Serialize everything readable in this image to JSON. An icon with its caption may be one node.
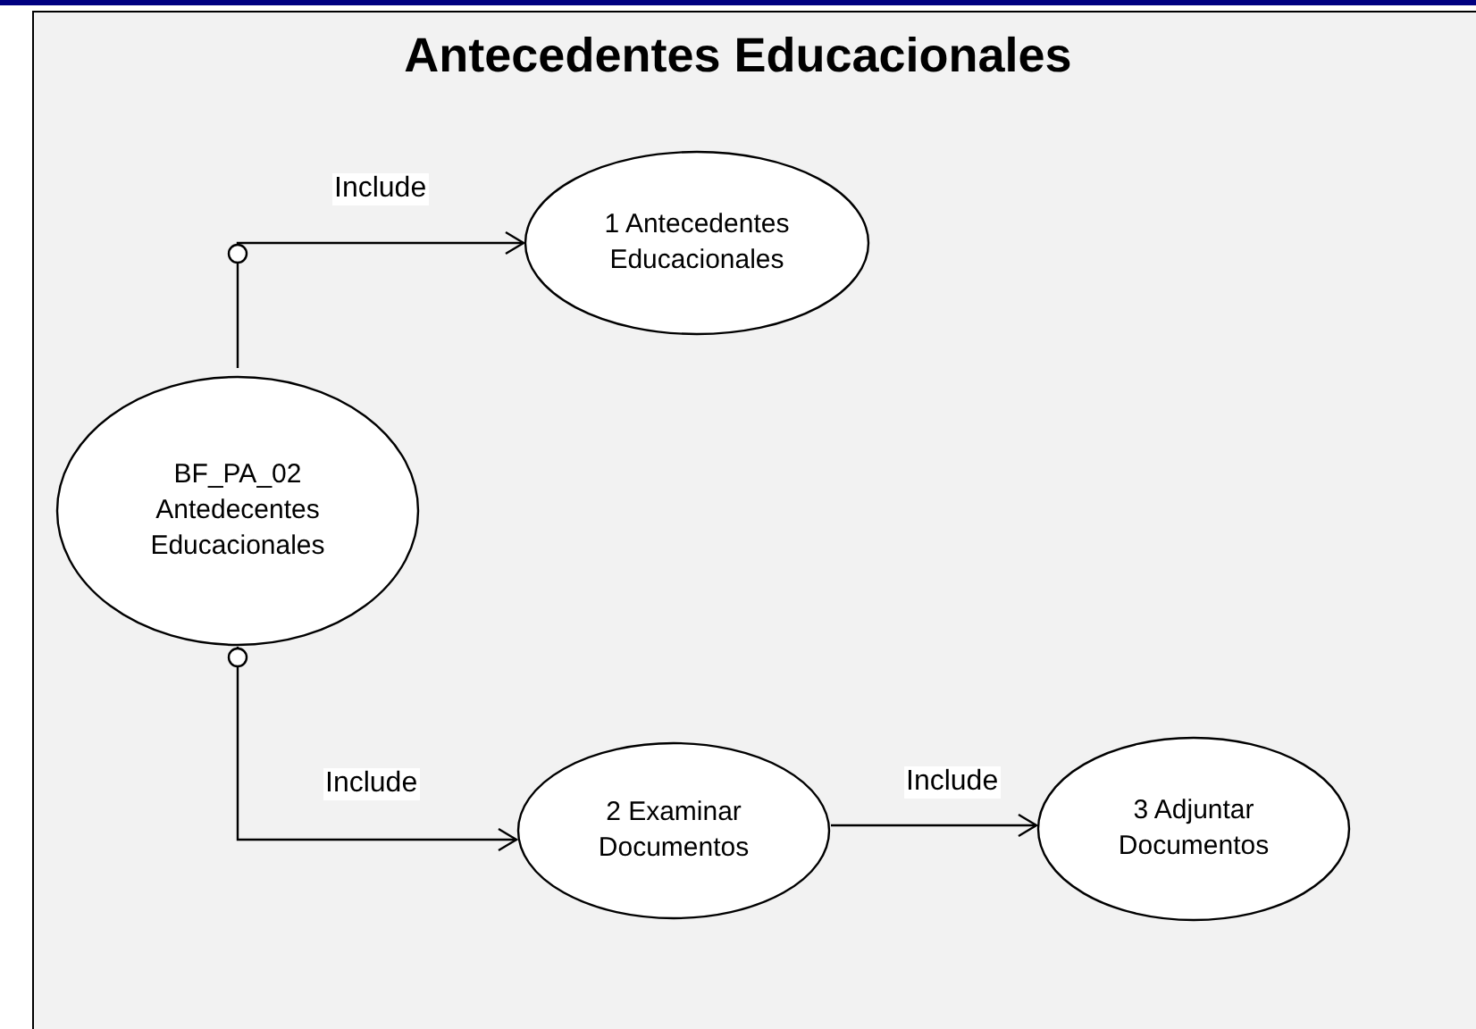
{
  "diagram": {
    "title": "Antecedentes Educacionales",
    "nodes": [
      {
        "text": [
          "BF_PA_02 Antedecentes Educacionales"
        ]
      },
      {
        "text": [
          "1 Antecedentes Educacionales"
        ]
      },
      {
        "text": [
          "2 Examinar Documentos"
        ]
      },
      {
        "text": [
          "3 Adjuntar Documentos"
        ]
      }
    ],
    "edges": [
      {
        "from": 0,
        "to": 1,
        "arrow": "to",
        "label": "Include"
      },
      {
        "from": 0,
        "to": 2,
        "arrow": "to",
        "label": "Include"
      },
      {
        "from": 2,
        "to": 3,
        "arrow": "to",
        "label": "Include"
      }
    ]
  }
}
